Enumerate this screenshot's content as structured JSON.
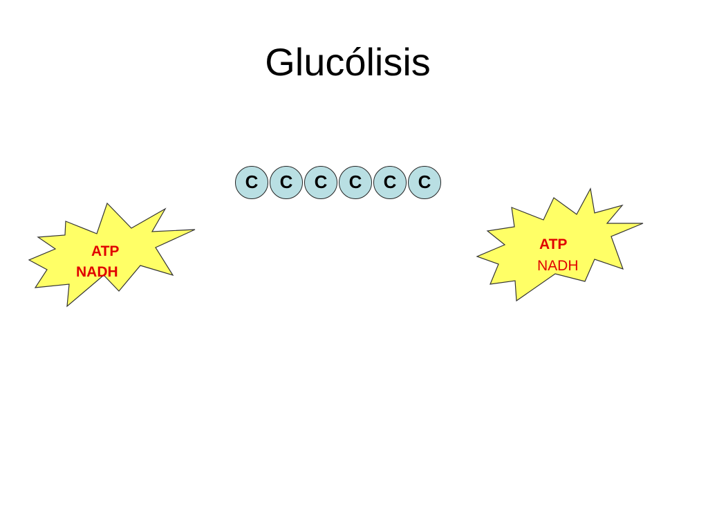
{
  "slide": {
    "title": "Glucólisis",
    "carbons": [
      "C",
      "C",
      "C",
      "C",
      "C",
      "C"
    ],
    "bursts": [
      {
        "atp": "ATP",
        "nadh": "NADH"
      },
      {
        "atp": "ATP",
        "nadh": "NADH"
      }
    ]
  },
  "colors": {
    "burst_fill": "#ffff66",
    "carbon_fill": "#b9dfe3",
    "label_text": "#e00000"
  }
}
